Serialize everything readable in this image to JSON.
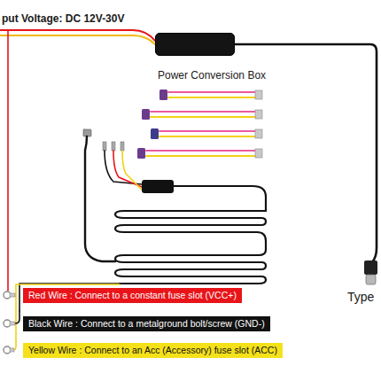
{
  "diagram": {
    "nodes": [
      {
        "text": [
          "Power Conversion Box"
        ]
      },
      {
        "text": [
          "Red Wire : Connect to a constant fuse slot (VCC+)"
        ]
      },
      {
        "text": [
          "Black Wire : Connect to a metalground bolt/screw (GND-)"
        ]
      },
      {
        "text": [
          "Yellow Wire : Connect to an Acc (Accessory) fuse slot (ACC)"
        ]
      }
    ],
    "labels": [
      "put Voltage: DC 12V-30V",
      "Type"
    ]
  }
}
